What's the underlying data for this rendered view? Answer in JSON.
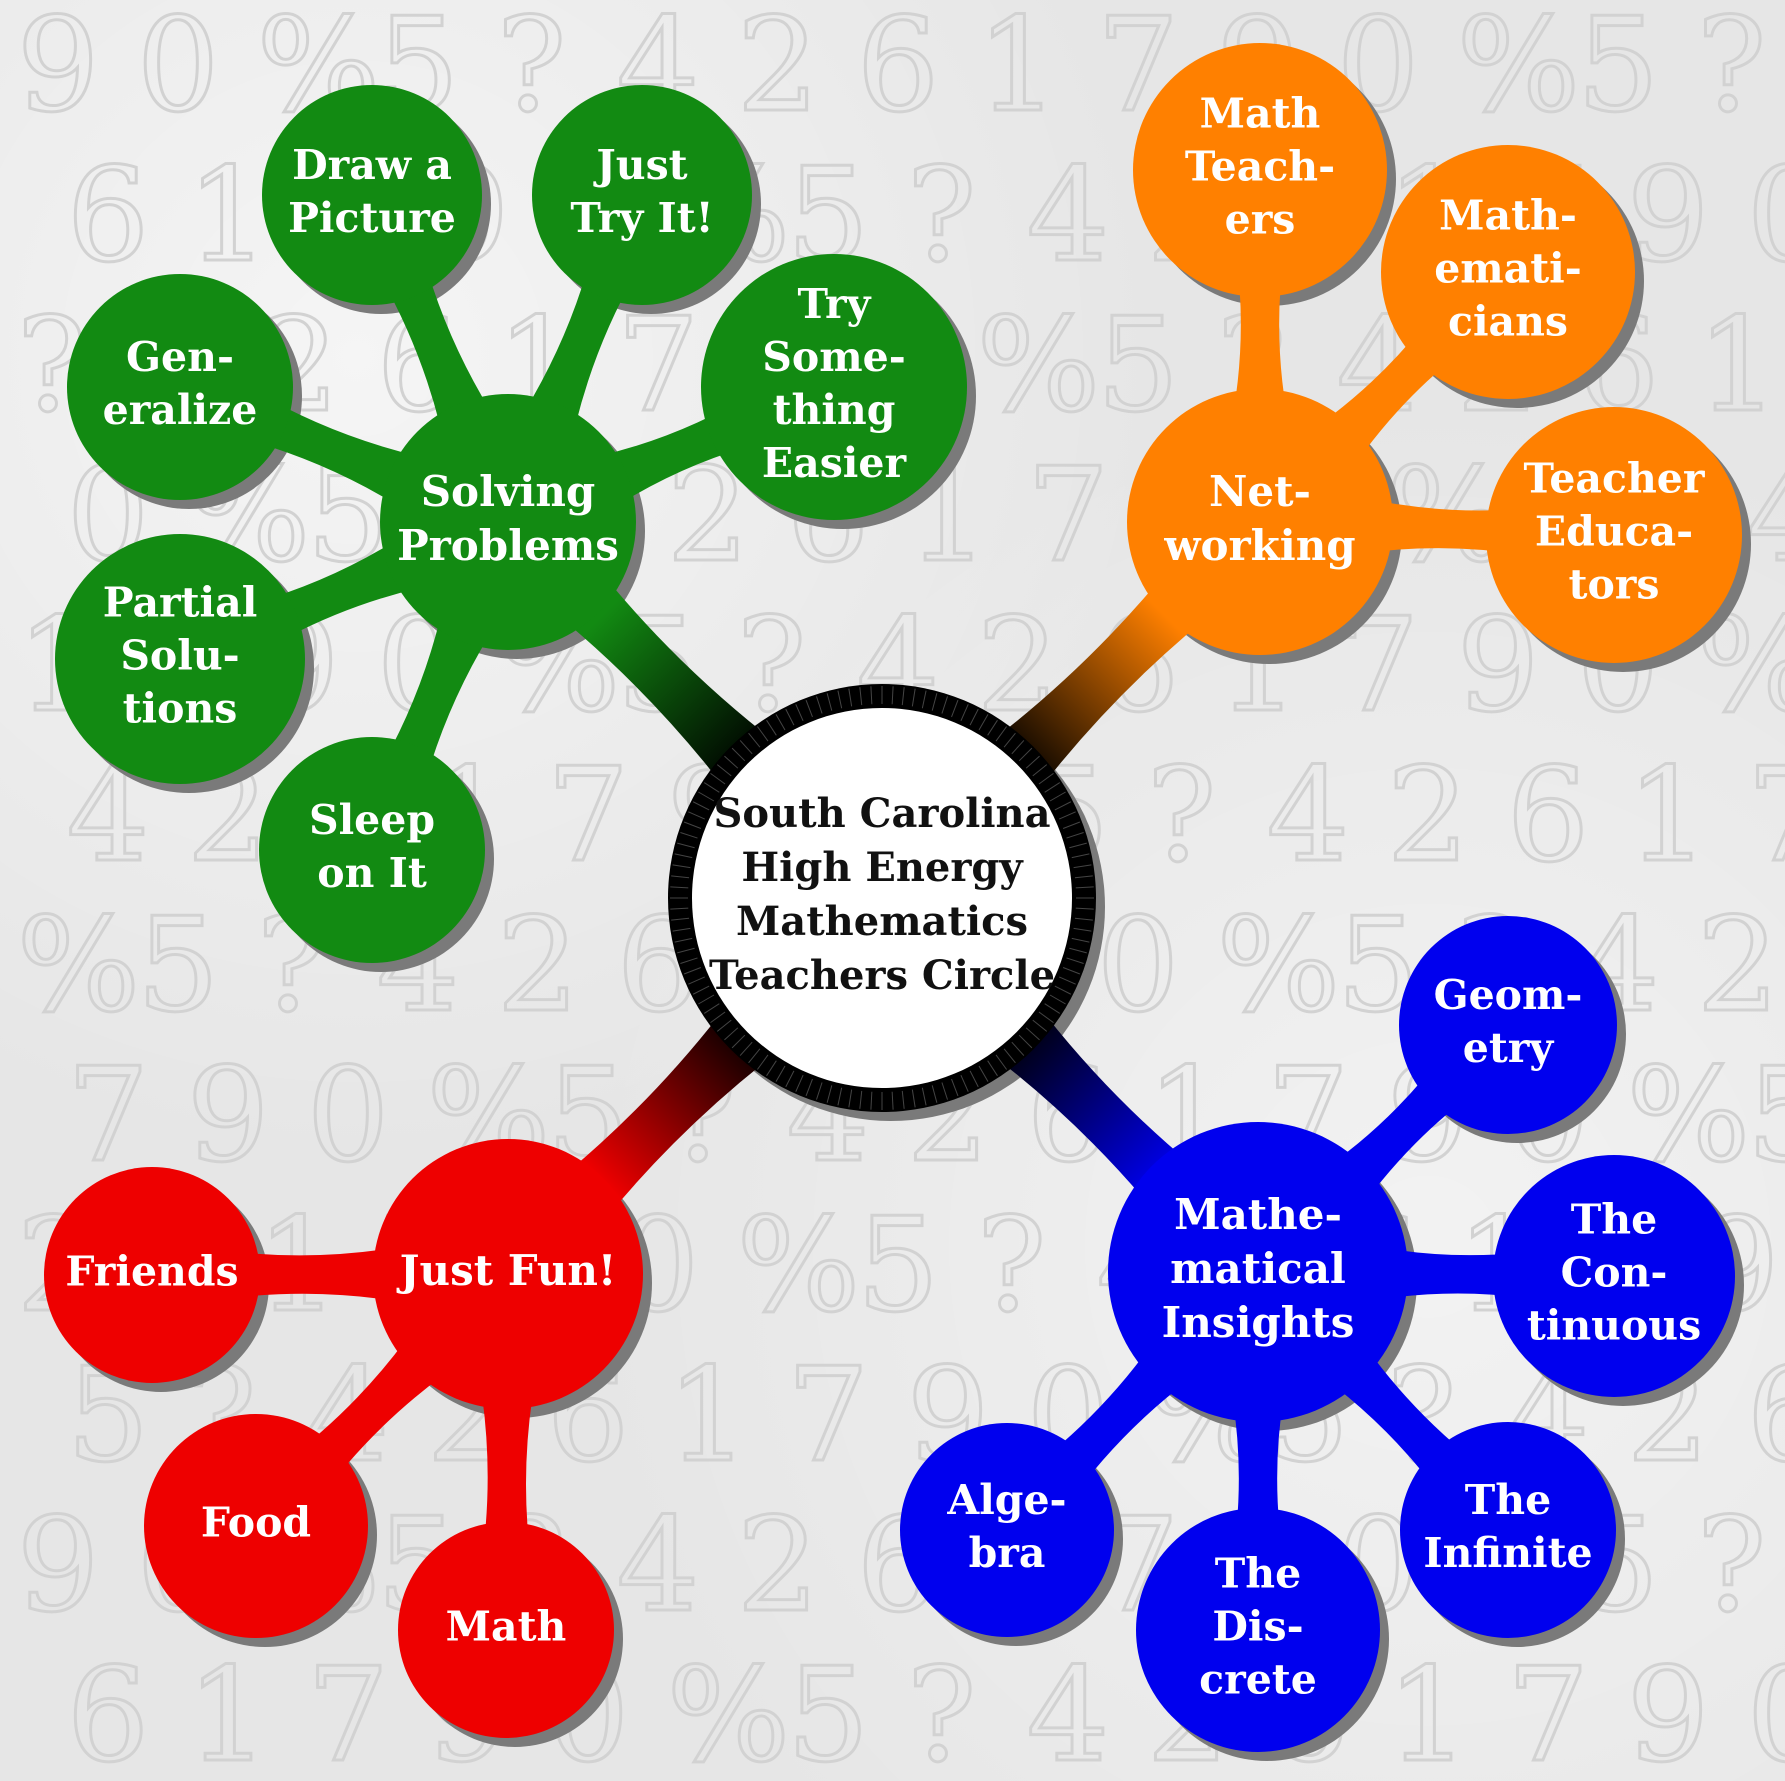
{
  "colors": {
    "green": "#128a12",
    "orange": "#ff8000",
    "blue": "#0000ee",
    "red": "#ee0000",
    "center_fill": "#ffffff",
    "center_ring": "#000000",
    "shadow": "#7a7a7a",
    "text": "#ffffff",
    "center_text": "#111111"
  },
  "center": {
    "lines": [
      "South Carolina",
      "High Energy",
      "Mathematics",
      "Teachers Circle"
    ]
  },
  "branches": [
    {
      "id": "solving",
      "color": "green",
      "lines": [
        "Solving",
        "Problems"
      ],
      "children": [
        {
          "id": "draw",
          "lines": [
            "Draw a",
            "Picture"
          ]
        },
        {
          "id": "just-try",
          "lines": [
            "Just",
            "Try It!"
          ]
        },
        {
          "id": "easier",
          "lines": [
            "Try",
            "Some-",
            "thing",
            "Easier"
          ]
        },
        {
          "id": "generalize",
          "lines": [
            "Gen-",
            "eralize"
          ]
        },
        {
          "id": "partial",
          "lines": [
            "Partial",
            "Solu-",
            "tions"
          ]
        },
        {
          "id": "sleep",
          "lines": [
            "Sleep",
            "on It"
          ]
        }
      ]
    },
    {
      "id": "networking",
      "color": "orange",
      "lines": [
        "Net-",
        "working"
      ],
      "children": [
        {
          "id": "math-teachers",
          "lines": [
            "Math",
            "Teach-",
            "ers"
          ]
        },
        {
          "id": "mathematicians",
          "lines": [
            "Math-",
            "emati-",
            "cians"
          ]
        },
        {
          "id": "teacher-educators",
          "lines": [
            "Teacher",
            "Educa-",
            "tors"
          ]
        }
      ]
    },
    {
      "id": "insights",
      "color": "blue",
      "lines": [
        "Mathe-",
        "matical",
        "Insights"
      ],
      "children": [
        {
          "id": "geometry",
          "lines": [
            "Geom-",
            "etry"
          ]
        },
        {
          "id": "continuous",
          "lines": [
            "The",
            "Con-",
            "tinuous"
          ]
        },
        {
          "id": "infinite",
          "lines": [
            "The",
            "Infinite"
          ]
        },
        {
          "id": "discrete",
          "lines": [
            "The",
            "Dis-",
            "crete"
          ]
        },
        {
          "id": "algebra",
          "lines": [
            "Alge-",
            "bra"
          ]
        }
      ]
    },
    {
      "id": "fun",
      "color": "red",
      "lines": [
        "Just Fun!"
      ],
      "children": [
        {
          "id": "friends",
          "lines": [
            "Friends"
          ]
        },
        {
          "id": "food",
          "lines": [
            "Food"
          ]
        },
        {
          "id": "math",
          "lines": [
            "Math"
          ]
        }
      ]
    }
  ]
}
